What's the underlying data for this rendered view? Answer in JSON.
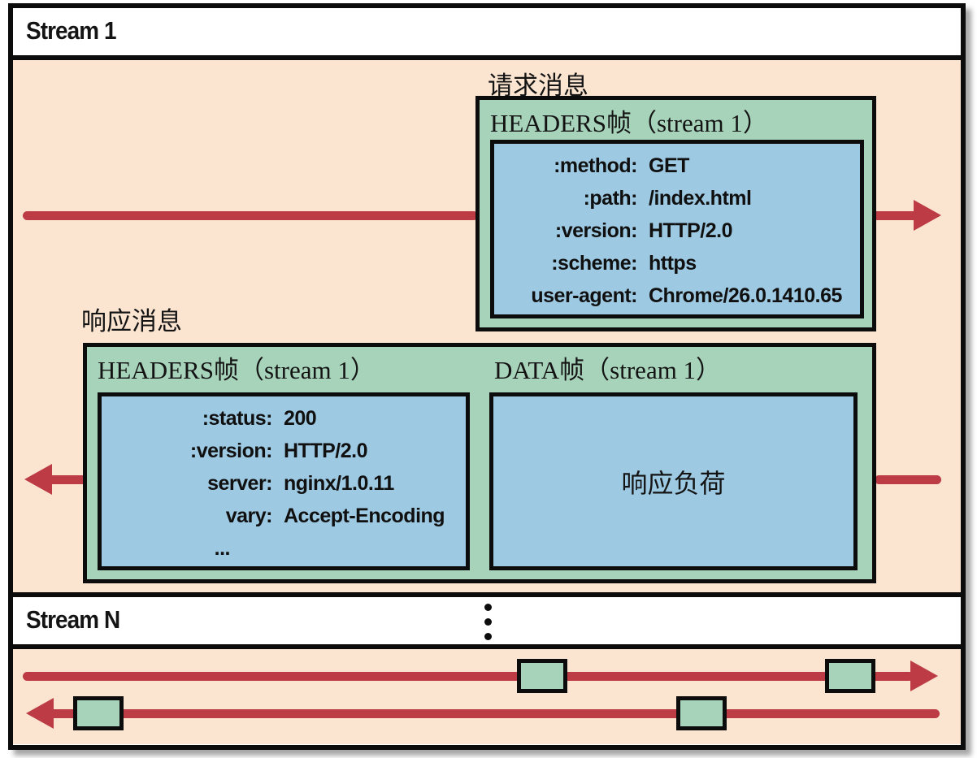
{
  "colors": {
    "background_peach": "#fbe5d1",
    "band_white": "#ffffff",
    "frame_green": "#a7d3ba",
    "box_blue": "#9dc9e2",
    "arrow_red": "#bc3b44",
    "border_black": "#0c0c0c"
  },
  "stream1": {
    "label": "Stream 1",
    "request": {
      "label": "请求消息",
      "frame_title": "HEADERS帧（stream 1）",
      "headers": [
        {
          "key": ":method:",
          "value": "GET"
        },
        {
          "key": ":path:",
          "value": "/index.html"
        },
        {
          "key": ":version:",
          "value": "HTTP/2.0"
        },
        {
          "key": ":scheme:",
          "value": "https"
        },
        {
          "key": "user-agent:",
          "value": "Chrome/26.0.1410.65"
        }
      ]
    },
    "response": {
      "label": "响应消息",
      "headers_frame_title": "HEADERS帧（stream 1）",
      "data_frame_title": "DATA帧（stream 1）",
      "headers": [
        {
          "key": ":status:",
          "value": "200"
        },
        {
          "key": ":version:",
          "value": "HTTP/2.0"
        },
        {
          "key": "server:",
          "value": "nginx/1.0.11"
        },
        {
          "key": "vary:",
          "value": "Accept-Encoding"
        },
        {
          "key": "...",
          "value": ""
        }
      ],
      "data_payload_label": "响应负荷"
    }
  },
  "streamN": {
    "label": "Stream N"
  }
}
